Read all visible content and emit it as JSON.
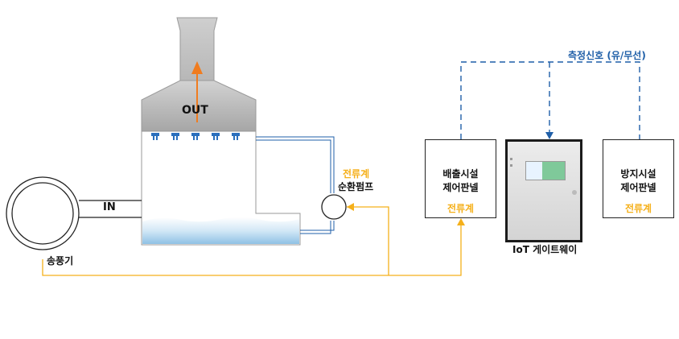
{
  "labels": {
    "out": "OUT",
    "in": "IN",
    "blower": "송풍기",
    "pump_meter": "전류계",
    "pump": "순환펌프",
    "signal": "측정신호 (유/무선)",
    "gateway": "IoT 게이트웨이"
  },
  "panels": {
    "emission": {
      "line1": "배출시설",
      "line2": "제어판넬",
      "meter": "전류계"
    },
    "prevention": {
      "line1": "방지시설",
      "line2": "제어판넬",
      "meter": "전류계"
    }
  },
  "colors": {
    "signal_line": "#1f5fa8",
    "power_line": "#f5b01a",
    "arrow": "#f07c1f",
    "pipe": "#1f5fa8",
    "water": "#a9d2ee"
  }
}
